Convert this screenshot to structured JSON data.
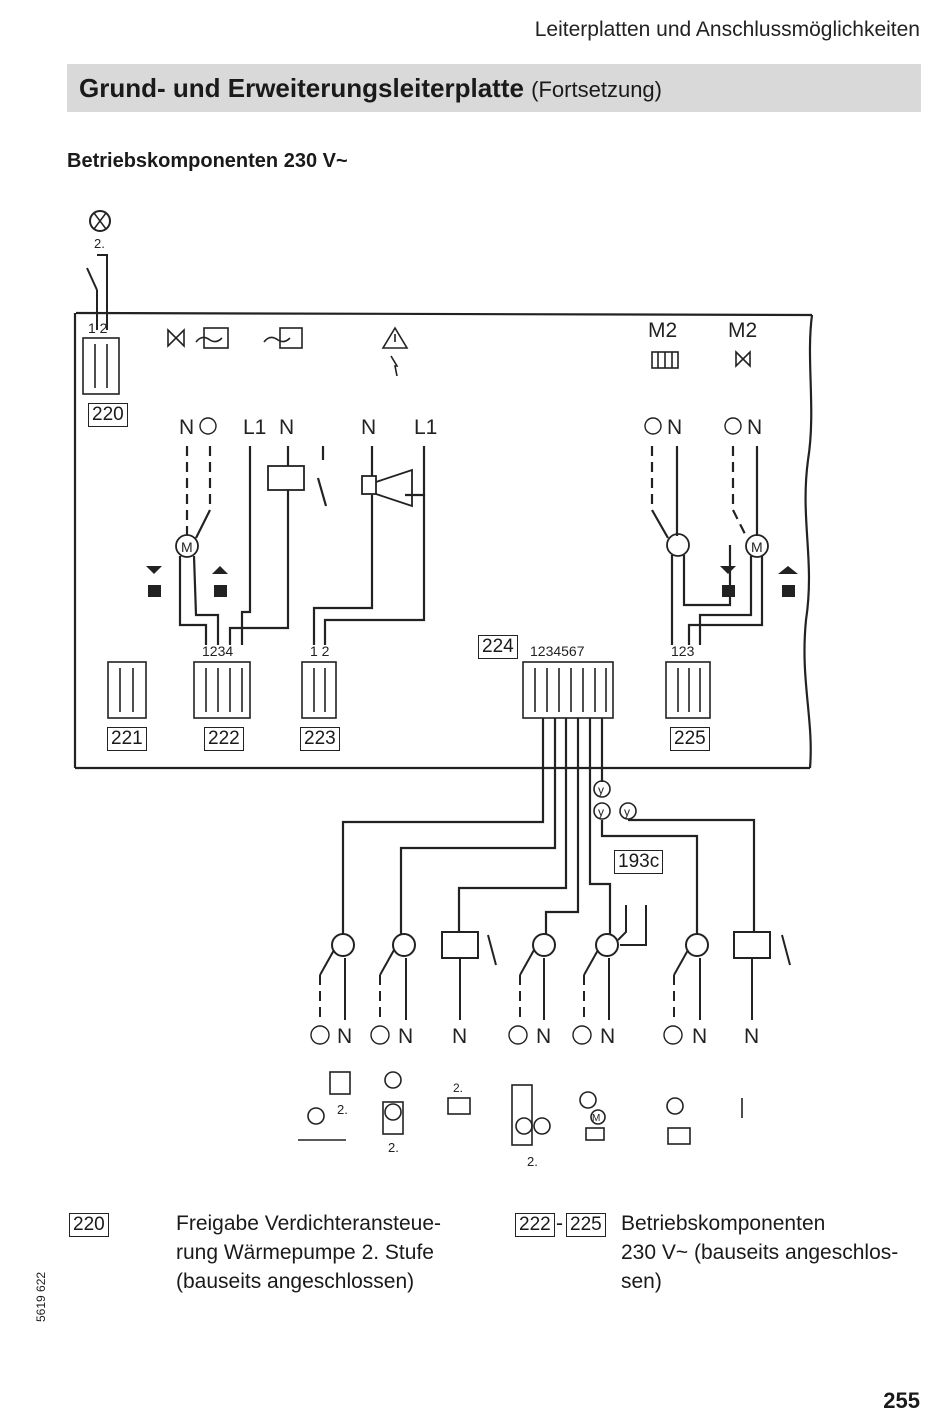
{
  "header": {
    "title": "Leiterplatten und Anschlussmöglichkeiten"
  },
  "section": {
    "title": "Grund- und Erweiterungsleiterplatte",
    "subtitle": "(Fortsetzung)"
  },
  "subheading": "Betriebskomponenten 230 V~",
  "diagram": {
    "labels": {
      "stage2": "2.",
      "pins_12": "1 2",
      "pins_1234": "1234",
      "pins_1234567": "1234567",
      "pins_123": "123",
      "m2_a": "M2",
      "m2_b": "M2",
      "n": "N",
      "l1": "L1",
      "motor": "M",
      "y": "y"
    },
    "connectors": [
      "220",
      "221",
      "222",
      "223",
      "224",
      "225",
      "193c"
    ]
  },
  "legend": [
    {
      "ref": "220",
      "text": [
        "Freigabe Verdichteransteue-",
        "rung Wärmepumpe 2. Stufe",
        "(bauseits angeschlossen)"
      ]
    },
    {
      "ref_from": "222",
      "ref_to": "225",
      "text": [
        "Betriebskomponenten",
        "230 V~ (bauseits angeschlos-",
        "sen)"
      ]
    }
  ],
  "footer": {
    "doc_number": "5619 622",
    "page": "255"
  }
}
